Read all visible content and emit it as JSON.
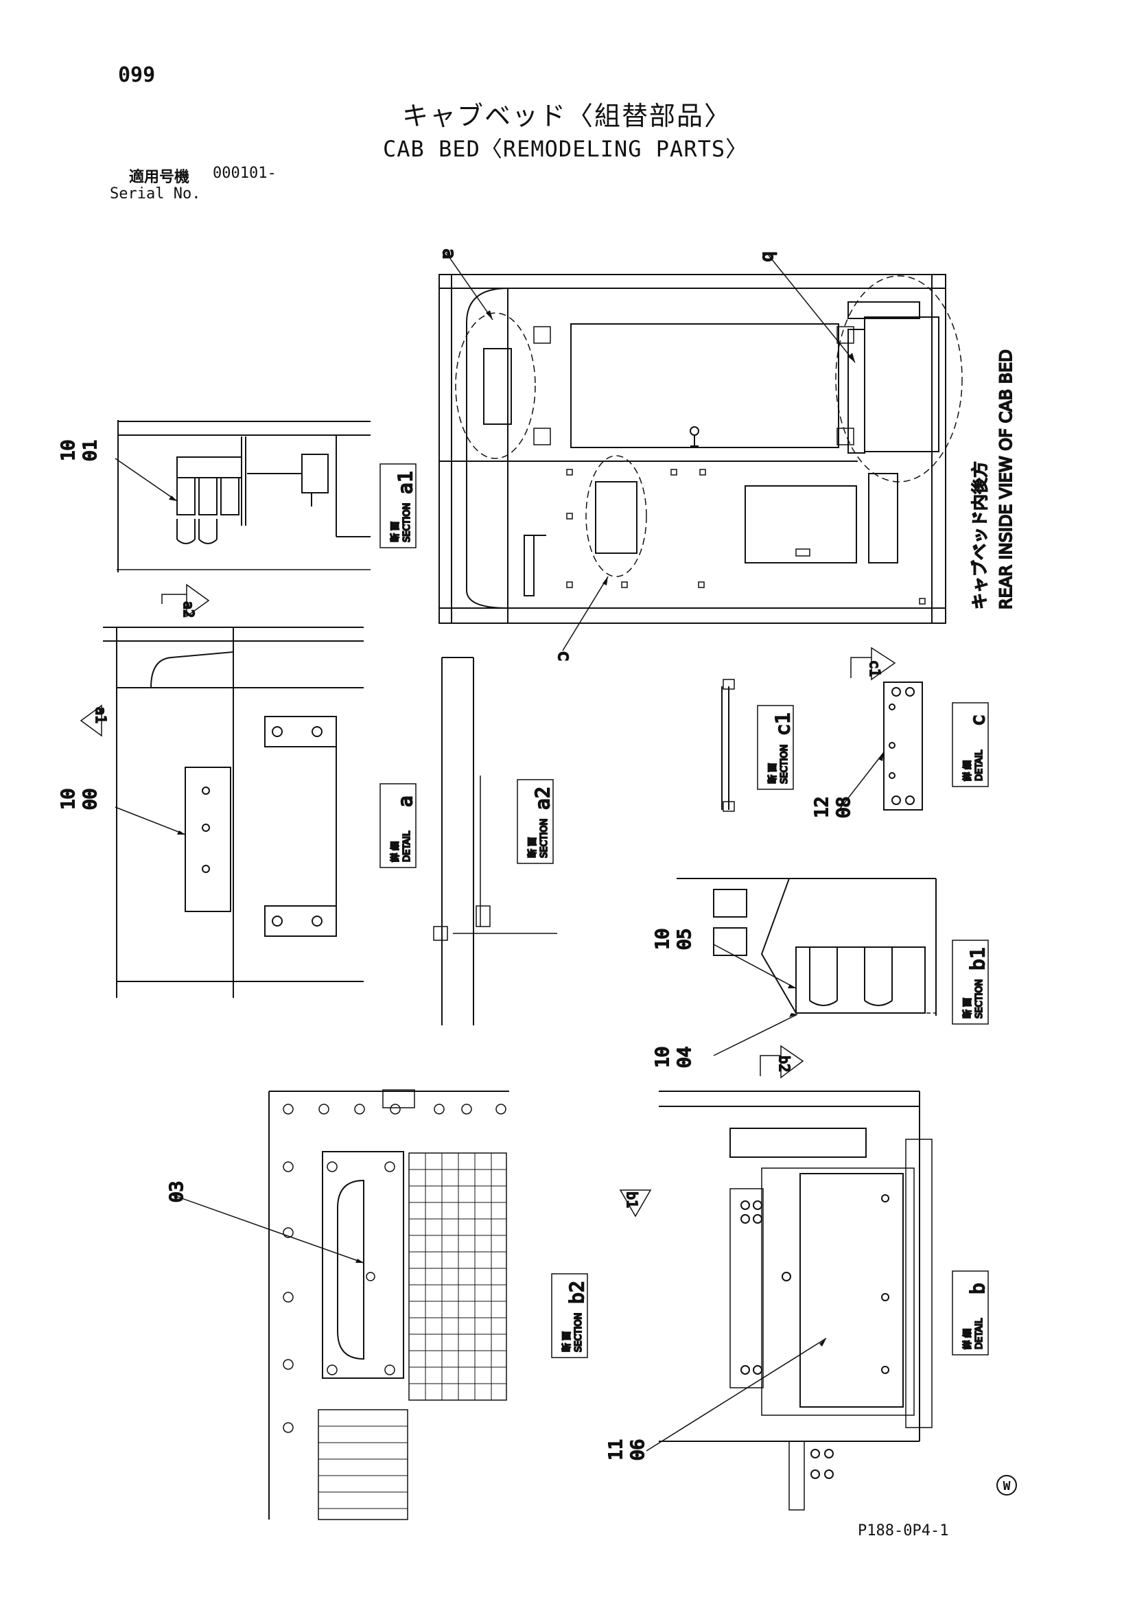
{
  "page": {
    "number": "099",
    "title_jp": "キャブベッド〈組替部品〉",
    "title_en": "CAB BED〈REMODELING PARTS〉",
    "serial_label_jp": "適用号機",
    "serial_value": "000101-",
    "serial_label_en": "Serial No.",
    "drawing_code": "P188-0P4-1",
    "vendor_mark": "W"
  },
  "view_title": {
    "jp": "キャブベッド内後方",
    "en": "REAR INSIDE VIEW OF CAB BED"
  },
  "callouts": {
    "a": "a",
    "b": "b",
    "c": "c",
    "a1": "a1",
    "a2": "a2",
    "b1": "b1",
    "b2": "b2",
    "c1": "c1"
  },
  "section_boxes": {
    "a1": {
      "jp": "断 面",
      "en": "SECTION",
      "key": "a1"
    },
    "a2": {
      "jp": "断 面",
      "en": "SECTION",
      "key": "a2"
    },
    "b1": {
      "jp": "断 面",
      "en": "SECTION",
      "key": "b1"
    },
    "b2": {
      "jp": "断 面",
      "en": "SECTION",
      "key": "b2"
    },
    "c1": {
      "jp": "断 面",
      "en": "SECTION",
      "key": "c1"
    }
  },
  "detail_boxes": {
    "a": {
      "jp": "詳 細",
      "en": "DETAIL",
      "key": "a"
    },
    "b": {
      "jp": "詳 細",
      "en": "DETAIL",
      "key": "b"
    },
    "c": {
      "jp": "詳 細",
      "en": "DETAIL",
      "key": "c"
    }
  },
  "part_refs": [
    {
      "group": "10",
      "item": "01"
    },
    {
      "group": "10",
      "item": "00"
    },
    {
      "group": "12",
      "item": "08"
    },
    {
      "group": "10",
      "item": "05"
    },
    {
      "group": "10",
      "item": "04"
    },
    {
      "group": "",
      "item": "03"
    },
    {
      "group": "11",
      "item": "06"
    }
  ]
}
